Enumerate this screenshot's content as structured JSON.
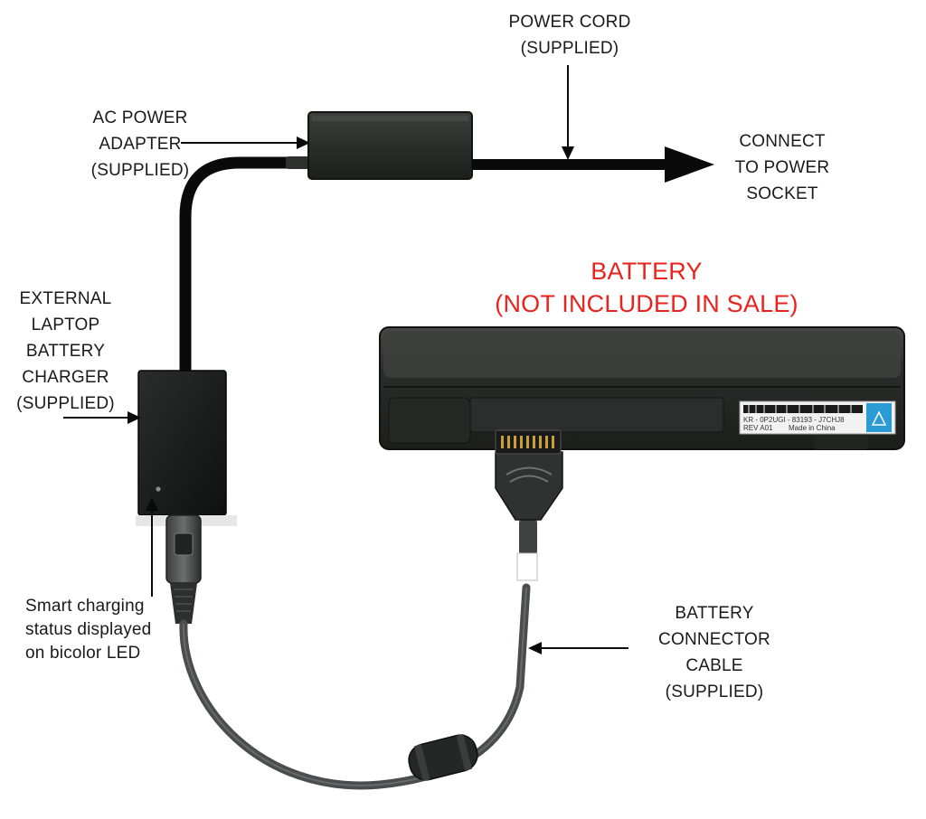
{
  "labels": {
    "power_cord": [
      "POWER CORD",
      "(SUPPLIED)"
    ],
    "ac_adapter": [
      "AC POWER",
      "ADAPTER",
      "(SUPPLIED)"
    ],
    "connect_socket": [
      "CONNECT",
      "TO POWER",
      "SOCKET"
    ],
    "battery": [
      "BATTERY",
      "(NOT INCLUDED IN SALE)"
    ],
    "external_charger": [
      "EXTERNAL",
      "LAPTOP",
      "BATTERY",
      "CHARGER",
      "(SUPPLIED)"
    ],
    "smart_charging": [
      "Smart charging",
      "status displayed",
      "on bicolor LED"
    ],
    "battery_cable": [
      "BATTERY",
      "CONNECTOR",
      "CABLE",
      "(SUPPLIED)"
    ]
  },
  "battery_sticker": {
    "part_line": "KR - 0P2UGI - 83193 - J7CHJ8",
    "made_in": "Made in China",
    "rev": "REV A01"
  },
  "colors": {
    "label_text": "#1a1a1a",
    "battery_label": "#e8231e",
    "device_body": "#222622",
    "cable_black": "#0a0a0a",
    "cable_gray": "#4a4d4d",
    "battery_body": "#2e302e",
    "recycle_badge": "#2b9bd6"
  },
  "icons": {
    "arrow": "arrow-icon",
    "recycle": "recycle-icon",
    "led": "led-indicator"
  }
}
